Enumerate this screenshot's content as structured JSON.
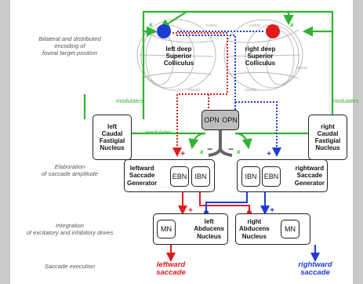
{
  "stages": {
    "encoding": "Bilateral and distributed\nencoding of\nfoveal target position",
    "amplitude": "Elaboration\nof saccade amplitude",
    "integration": "Integration\nof excitatory and inhibitory drives",
    "execution": "Saccade execution"
  },
  "colliculus": {
    "left": "left deep\nSuperior\nColliculus",
    "right": "right deep\nSuperior\nColliculus",
    "map_labels": {
      "rostral": "rostral",
      "caudal": "caudal",
      "lateral": "lateral"
    }
  },
  "boxes": {
    "left_cfn": "left\nCaudal\nFastigial\nNucleus",
    "right_cfn": "right\nCaudal\nFastigial\nNucleus",
    "opn_left": "OPN",
    "opn_right": "OPN",
    "left_generator": "leftward\nSaccade\nGenerator",
    "right_generator": "rightward\nSaccade\nGenerator",
    "ebn": "EBN",
    "ibn": "IBN",
    "left_abducens": "left\nAbducens\nNucleus",
    "right_abducens": "right\nAbducens\nNucleus",
    "mn": "MN"
  },
  "modulates": "modulates",
  "signs": {
    "plus": "+",
    "minus": "−",
    "x": "x"
  },
  "outputs": {
    "left": "leftward\nsaccade",
    "right": "rightward\nsaccade"
  },
  "colors": {
    "excitatory_left": "#e01b1b",
    "excitatory_right": "#1f3bd6",
    "modulation": "#33b233",
    "opn": "#bdbdbd"
  }
}
